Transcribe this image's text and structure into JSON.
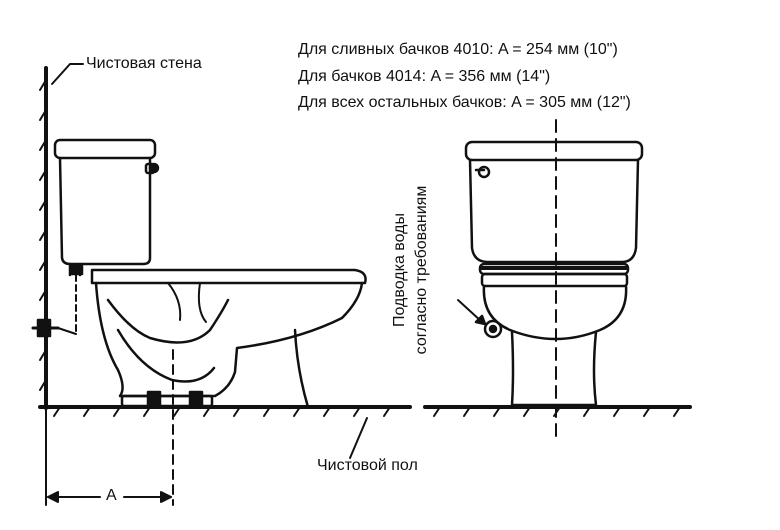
{
  "notes": [
    "Для сливных бачков 4010: A = 254 мм (10\")",
    "Для бачков 4014: A = 356 мм (14\")",
    "Для всех остальных бачков: A = 305 мм (12\")"
  ],
  "labels": {
    "finished_wall": "Чистовая стена",
    "finished_floor": "Чистовой пол",
    "dimension_a": "A",
    "water_supply_line1": "Подводка воды",
    "water_supply_line2": "согласно требованиям"
  },
  "colors": {
    "ink": "#111111",
    "background": "#ffffff"
  }
}
